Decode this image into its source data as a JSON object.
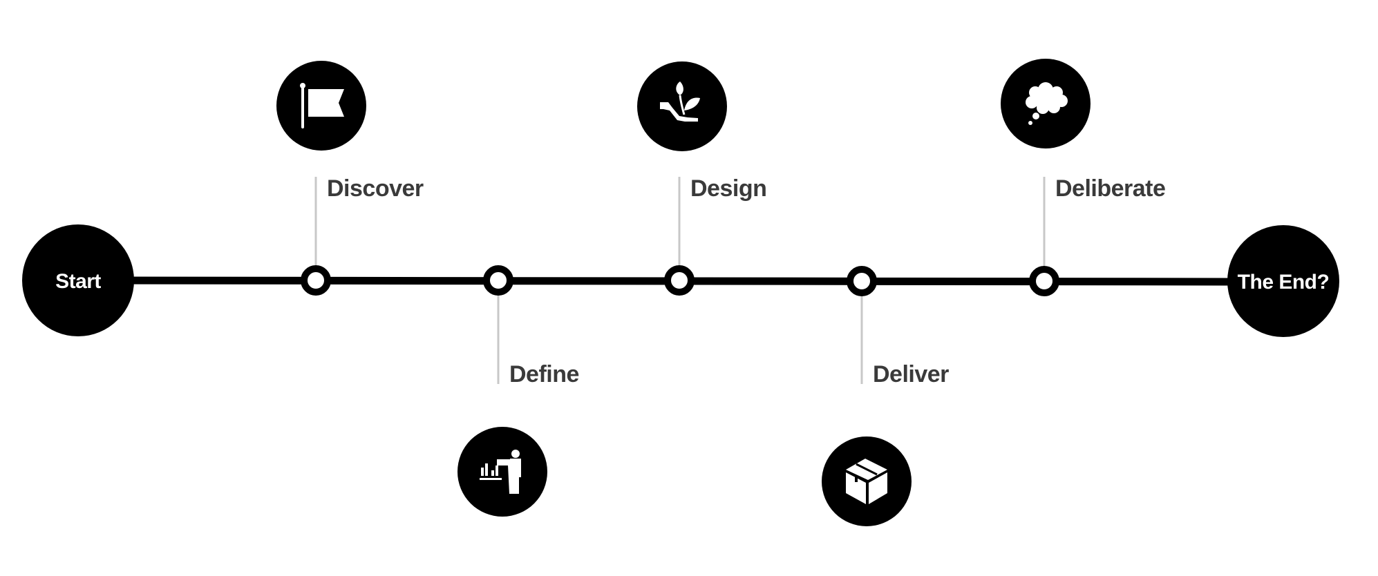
{
  "colors": {
    "ink": "#000000",
    "connector": "#c8c8c8",
    "label": "#3a3a3a",
    "background": "#ffffff"
  },
  "start": {
    "label": "Start"
  },
  "end": {
    "label": "The End?"
  },
  "steps": [
    {
      "label": "Discover",
      "icon": "flag-icon",
      "side": "above"
    },
    {
      "label": "Define",
      "icon": "presenter-chart-icon",
      "side": "below"
    },
    {
      "label": "Design",
      "icon": "hand-plant-icon",
      "side": "above"
    },
    {
      "label": "Deliver",
      "icon": "package-box-icon",
      "side": "below"
    },
    {
      "label": "Deliberate",
      "icon": "thought-cloud-icon",
      "side": "above"
    }
  ]
}
